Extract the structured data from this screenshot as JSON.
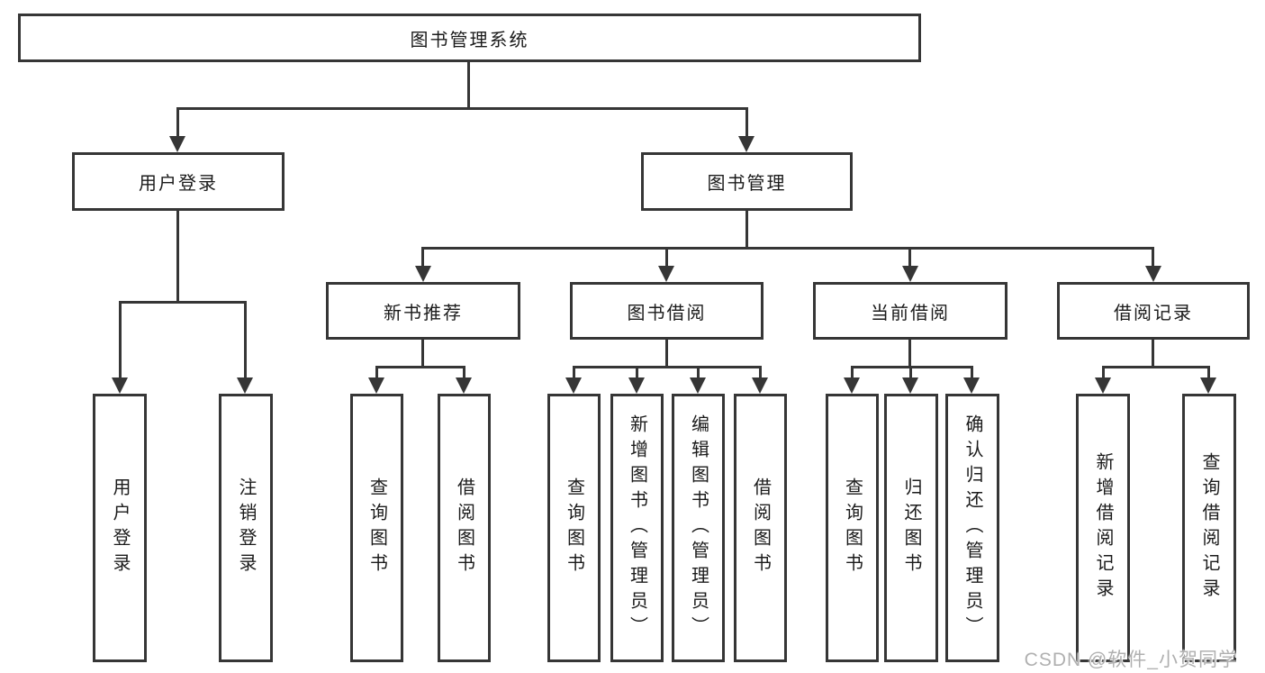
{
  "root_label": "图书管理系统",
  "level2": {
    "user_login": "用户登录",
    "book_mgmt": "图书管理"
  },
  "level3": {
    "new_books": "新书推荐",
    "borrow": "图书借阅",
    "current": "当前借阅",
    "records": "借阅记录"
  },
  "leaves": {
    "user_login": [
      "用户登录",
      "注销登录"
    ],
    "new_books": [
      "查询图书",
      "借阅图书"
    ],
    "borrow": [
      "查询图书",
      "新增图书（管理员）",
      "编辑图书（管理员）",
      "借阅图书"
    ],
    "current": [
      "查询图书",
      "归还图书",
      "确认归还（管理员）"
    ],
    "records": [
      "新增借阅记录",
      "查询借阅记录"
    ]
  },
  "watermark": "CSDN @软件_小贺同学",
  "colors": {
    "line": "#363636",
    "text": "#1b1b1b",
    "watermark": "#b0b0b0"
  }
}
